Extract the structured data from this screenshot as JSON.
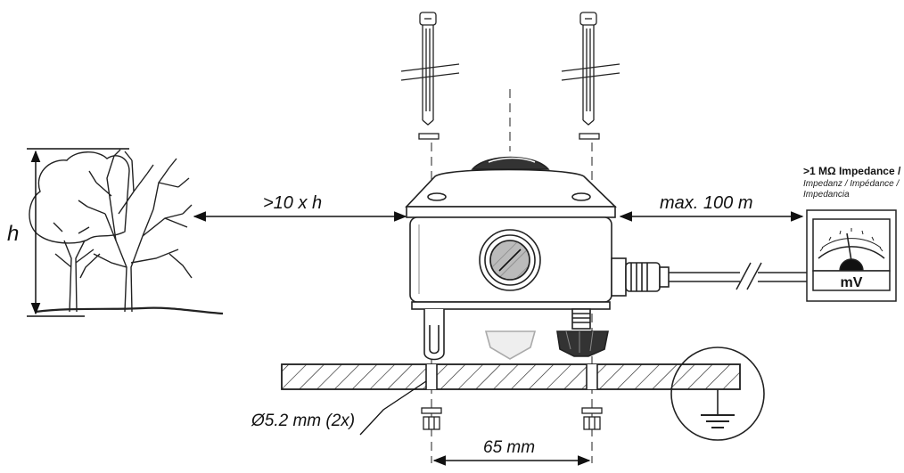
{
  "labels": {
    "height_symbol": "h",
    "distance_rule": ">10 x h",
    "max_cable": "max. 100 m",
    "hole_diameter": "Ø5.2 mm (2x)",
    "hole_spacing": "65 mm"
  },
  "meter": {
    "impedance_title": ">1 MΩ Impedance /",
    "impedance_line2": "Impedanz / Impédance /",
    "impedance_line3": "Impedancia",
    "unit": "mV"
  }
}
